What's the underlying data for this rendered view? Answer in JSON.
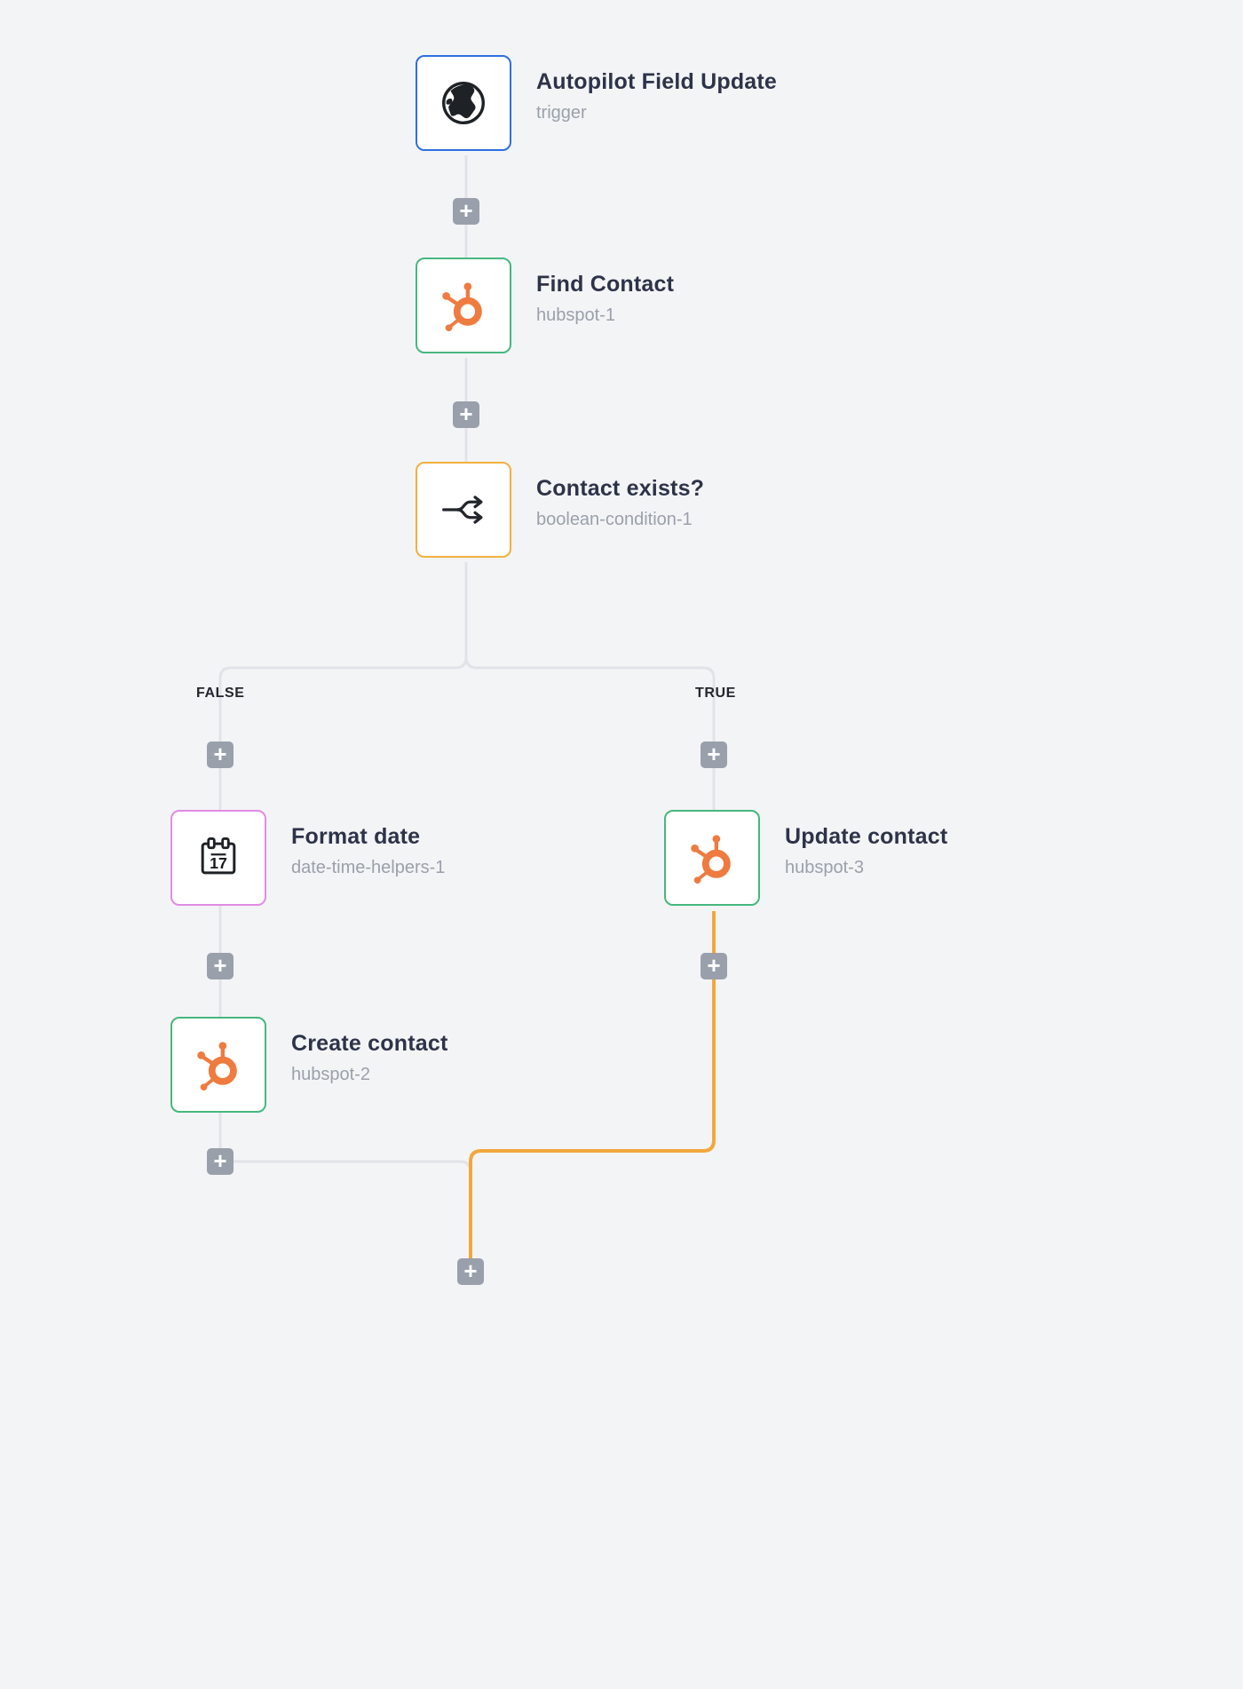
{
  "colors": {
    "background": "#f3f4f6",
    "connector": "#e2e3e8",
    "true_branch_highlight": "#f2a73d",
    "plus_button": "#99a0ac",
    "title_text": "#2d3348",
    "subtitle_text": "#9aa0ab",
    "trigger_border": "#2f6fe0",
    "hubspot_border": "#45b87f",
    "condition_border": "#f2b13f",
    "datetime_border": "#e18be4",
    "hubspot_orange": "#ee7b3f"
  },
  "icons": {
    "plus_glyph": "+"
  },
  "branches": {
    "false_label": "FALSE",
    "true_label": "TRUE"
  },
  "nodes": [
    {
      "title": "Autopilot Field Update",
      "subtitle": "trigger",
      "type": "trigger",
      "icon": "globe-icon",
      "border_color": "#2f6fe0"
    },
    {
      "title": "Find Contact",
      "subtitle": "hubspot-1",
      "type": "hubspot",
      "icon": "hubspot-icon",
      "border_color": "#45b87f"
    },
    {
      "title": "Contact exists?",
      "subtitle": "boolean-condition-1",
      "type": "boolean-condition",
      "icon": "branch-icon",
      "border_color": "#f2b13f"
    },
    {
      "title": "Format date",
      "subtitle": "date-time-helpers-1",
      "type": "date-time-helpers",
      "icon": "calendar-icon",
      "calendar_day": "17",
      "border_color": "#e18be4"
    },
    {
      "title": "Create contact",
      "subtitle": "hubspot-2",
      "type": "hubspot",
      "icon": "hubspot-icon",
      "border_color": "#45b87f"
    },
    {
      "title": "Update contact",
      "subtitle": "hubspot-3",
      "type": "hubspot",
      "icon": "hubspot-icon",
      "border_color": "#45b87f"
    }
  ]
}
